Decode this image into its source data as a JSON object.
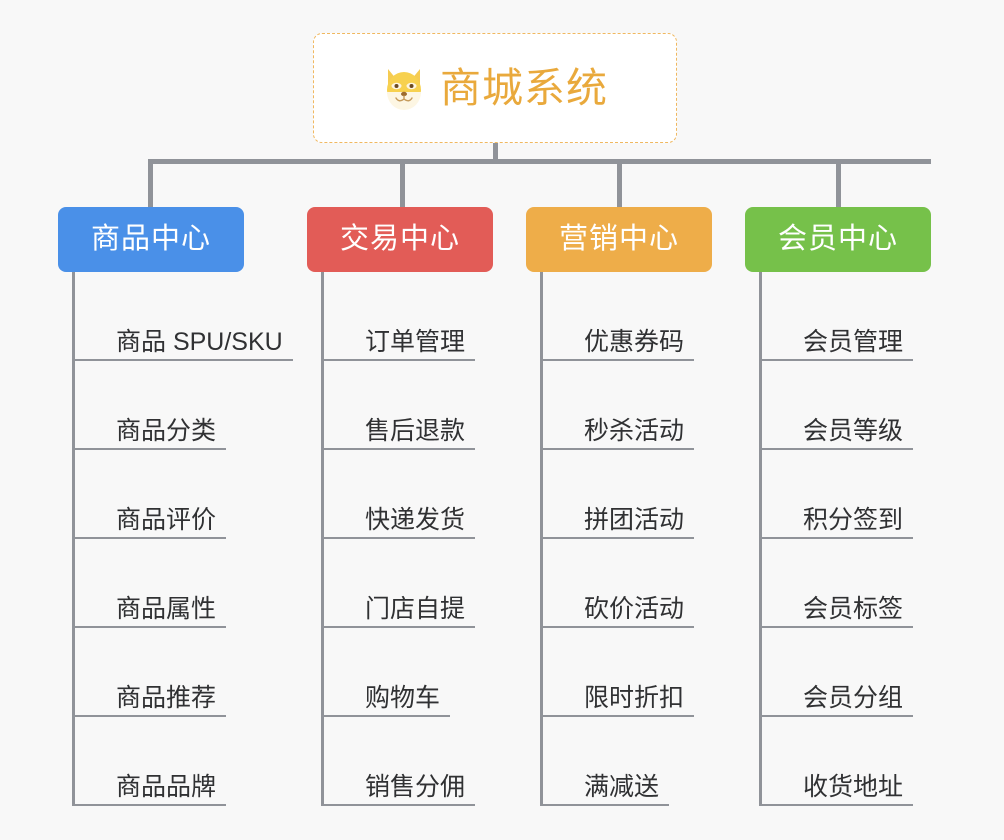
{
  "diagram": {
    "type": "organization-tree",
    "background_color": "#f8f8f8",
    "connector_color": "#909399",
    "root": {
      "title": "商城系统",
      "icon": "shiba-dog-face-icon",
      "text_color": "#e9a93c",
      "border_color": "#f0b860",
      "background_color": "#ffffff"
    },
    "branches": [
      {
        "label": "商品中心",
        "color": "#4a90e8",
        "items": [
          "商品 SPU/SKU",
          "商品分类",
          "商品评价",
          "商品属性",
          "商品推荐",
          "商品品牌"
        ]
      },
      {
        "label": "交易中心",
        "color": "#e25c57",
        "items": [
          "订单管理",
          "售后退款",
          "快递发货",
          "门店自提",
          "购物车",
          "销售分佣"
        ]
      },
      {
        "label": "营销中心",
        "color": "#eead49",
        "items": [
          "优惠券码",
          "秒杀活动",
          "拼团活动",
          "砍价活动",
          "限时折扣",
          "满减送"
        ]
      },
      {
        "label": "会员中心",
        "color": "#76c14a",
        "items": [
          "会员管理",
          "会员等级",
          "积分签到",
          "会员标签",
          "会员分组",
          "收货地址"
        ]
      }
    ]
  }
}
